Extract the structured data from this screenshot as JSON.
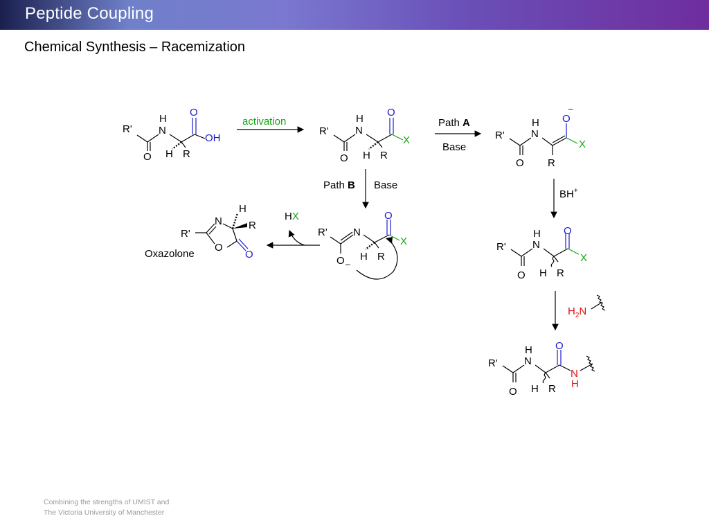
{
  "header": {
    "title": "Peptide Coupling"
  },
  "subtitle": "Chemical Synthesis – Racemization",
  "footer": {
    "line1": "Combining the strengths of UMIST and",
    "line2": "The Victoria University of Manchester"
  },
  "colors": {
    "carbonyl": "#1a1acc",
    "leaving_group": "#11a511",
    "amine": "#dd1111",
    "activation_text": "#11a511"
  },
  "atoms": {
    "r_prime": "R'",
    "r": "R",
    "h": "H",
    "n": "N",
    "o": "O",
    "oh": "OH",
    "x": "X",
    "minus": "–",
    "plus": "+",
    "two": "2",
    "bh": "BH",
    "hx_h": "H",
    "hx_x": "X"
  },
  "labels": {
    "activation": "activation",
    "path_word": "Path",
    "path_a": "A",
    "path_b": "B",
    "base": "Base",
    "oxazolone": "Oxazolone"
  }
}
